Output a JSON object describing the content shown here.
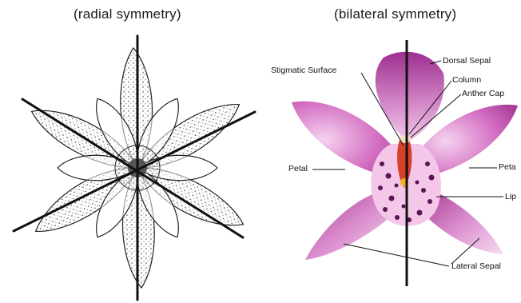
{
  "left_panel": {
    "title": "(radial symmetry)"
  },
  "right_panel": {
    "title": "(bilateral symmetry)",
    "labels": {
      "dorsal_sepal": "Dorsal Sepal",
      "stigmatic_surface": "Stigmatic Surface",
      "column": "Column",
      "anther_cap": "Anther Cap",
      "petal_left": "Petal",
      "petal_right": "Peta",
      "lip": "Lip",
      "lateral_sepal": "Lateral Sepal"
    }
  },
  "colors": {
    "orchid_purple": "#b0379d",
    "orchid_light": "#f3cdec",
    "lip_spots": "#5a1552",
    "column_red": "#d9402a",
    "lily_ink": "#222222"
  }
}
